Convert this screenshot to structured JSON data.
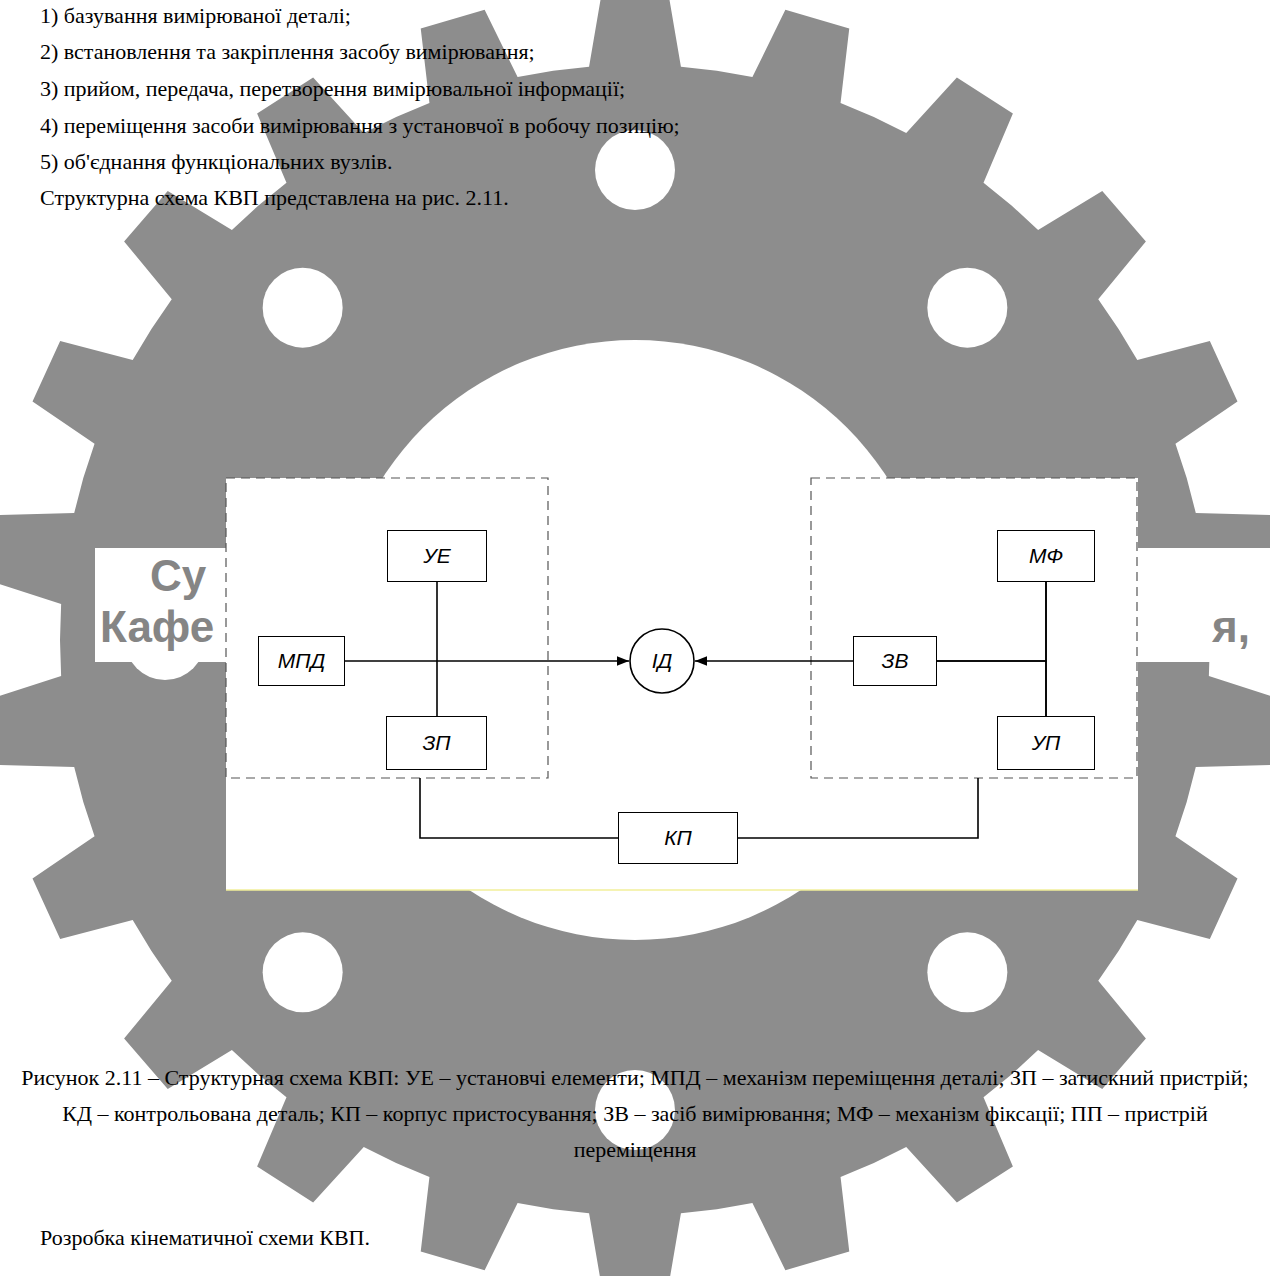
{
  "diagram": {
    "caption": "Рисунок 2.11 – Структурная схема КВП: УЕ – установчі елементи; МПД – механізм переміщення деталі; ЗП – затискний пристрій; КД – контрольована деталь; КП – корпус пристосування; ЗВ – засіб вимірювання; МФ – механізм фіксації; ПП – пристрій переміщення",
    "nodes": [
      {
        "text": [
          "УЕ"
        ]
      },
      {
        "text": [
          "МФ"
        ]
      },
      {
        "text": [
          "МПД"
        ]
      },
      {
        "text": [
          "ІД"
        ]
      },
      {
        "text": [
          "ЗВ"
        ]
      },
      {
        "text": [
          "ЗП"
        ]
      },
      {
        "text": [
          "УП"
        ]
      },
      {
        "text": [
          "КП"
        ]
      }
    ],
    "edges": [
      {
        "from": 0,
        "to": 5,
        "arrow": "none"
      },
      {
        "from": 2,
        "to": 3,
        "arrow": "to"
      },
      {
        "from": 1,
        "to": 6,
        "arrow": "none"
      },
      {
        "from": 4,
        "to": 3,
        "arrow": "to"
      },
      {
        "from": 4,
        "to": 1,
        "arrow": "none"
      },
      {
        "from": 4,
        "to": 6,
        "arrow": "none"
      }
    ],
    "labels": [
      "1) базування вимірюваної деталі;",
      "2) встановлення та закріплення засобу вимірювання;",
      "3) прийом, передача, перетворення вимірювальної інформації;",
      "4) переміщення засоби вимірювання з установчої в робочу позицію;",
      "5) об'єднання функціональних вузлів.",
      "Структурна схема КВП представлена на рис. 2.11.",
      "Су",
      "Кафе",
      "я,",
      "Розробка кінематичної схеми КВП."
    ]
  }
}
